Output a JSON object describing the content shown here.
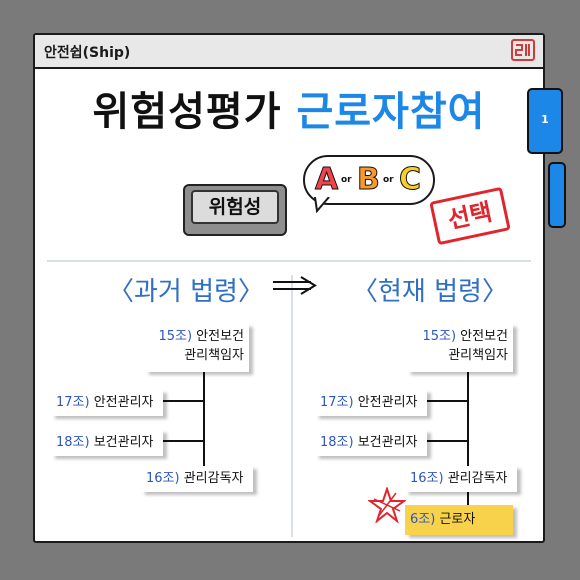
{
  "app": {
    "title": "안전쉽(Ship)"
  },
  "headline": {
    "part1": "위험성평가",
    "part2": "근로자참여"
  },
  "key_label": "위험성",
  "options": {
    "a": "A",
    "b": "B",
    "c": "C",
    "or1": "or",
    "or2": "or"
  },
  "stamp": "선택",
  "sections": {
    "past": "〈과거 법령〉",
    "present": "〈현재 법령〉"
  },
  "past_org": {
    "n15": {
      "num": "15조)",
      "line1": "안전보건",
      "line2": "관리책임자"
    },
    "n17": {
      "num": "17조)",
      "text": "안전관리자"
    },
    "n18": {
      "num": "18조)",
      "text": "보건관리자"
    },
    "n16": {
      "num": "16조)",
      "text": "관리감독자"
    }
  },
  "present_org": {
    "n15": {
      "num": "15조)",
      "line1": "안전보건",
      "line2": "관리책임자"
    },
    "n17": {
      "num": "17조)",
      "text": "안전관리자"
    },
    "n18": {
      "num": "18조)",
      "text": "보건관리자"
    },
    "n16": {
      "num": "16조)",
      "text": "관리감독자"
    },
    "n6": {
      "num": "6조)",
      "text": "근로자"
    }
  },
  "side_tab": {
    "label": "1"
  },
  "colors": {
    "accent": "#1c87e6",
    "section_title": "#2f6fc4",
    "stamp_red": "#e0262c",
    "highlight": "#f8d24a",
    "opt_a": "#f2434b",
    "opt_b": "#f79a2b",
    "opt_c": "#f5cf2a"
  }
}
